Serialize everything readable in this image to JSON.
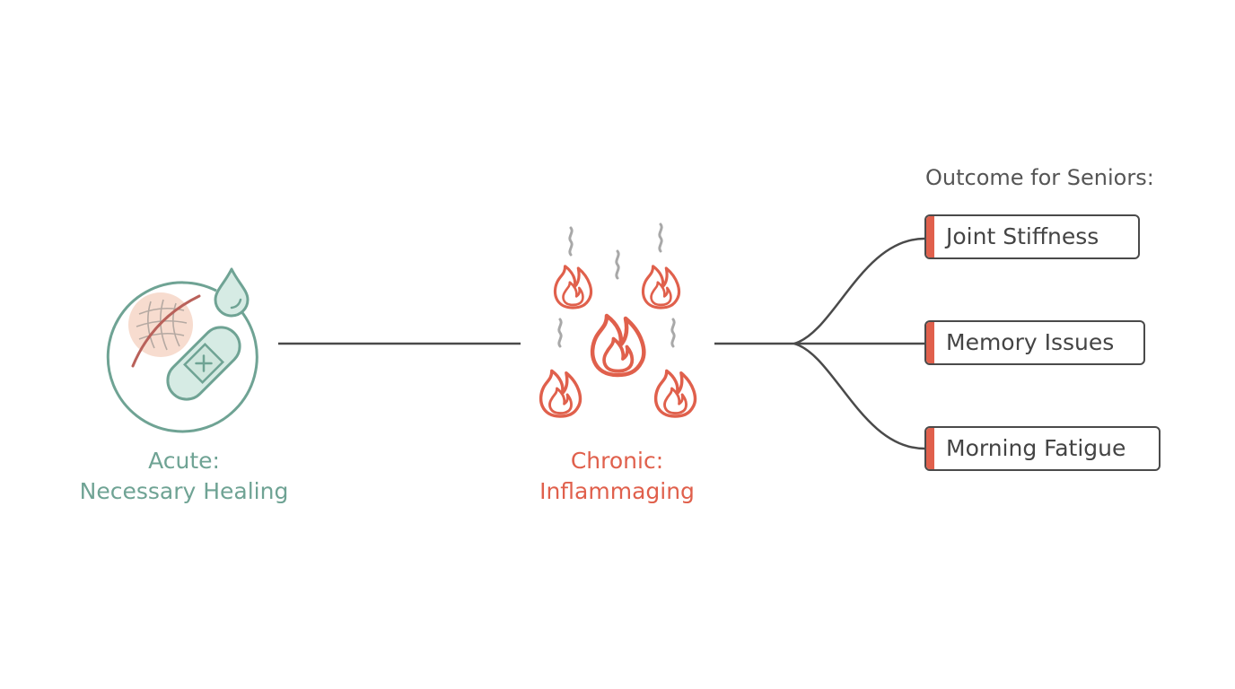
{
  "colors": {
    "teal": "#6fa394",
    "red": "#e0604c",
    "line": "#4a4a4a",
    "smoke": "#a8a8a8",
    "skin": "#f7dccf",
    "bandage": "#d6ebe4"
  },
  "acute": {
    "line1": "Acute:",
    "line2": "Necessary Healing",
    "icon": "bandage-wound-icon"
  },
  "chronic": {
    "line1": "Chronic:",
    "line2": "Inflammaging",
    "icon": "flames-icon"
  },
  "outcomes": {
    "title": "Outcome for Seniors:",
    "items": [
      {
        "label": "Joint Stiffness"
      },
      {
        "label": "Memory Issues"
      },
      {
        "label": "Morning Fatigue"
      }
    ]
  }
}
